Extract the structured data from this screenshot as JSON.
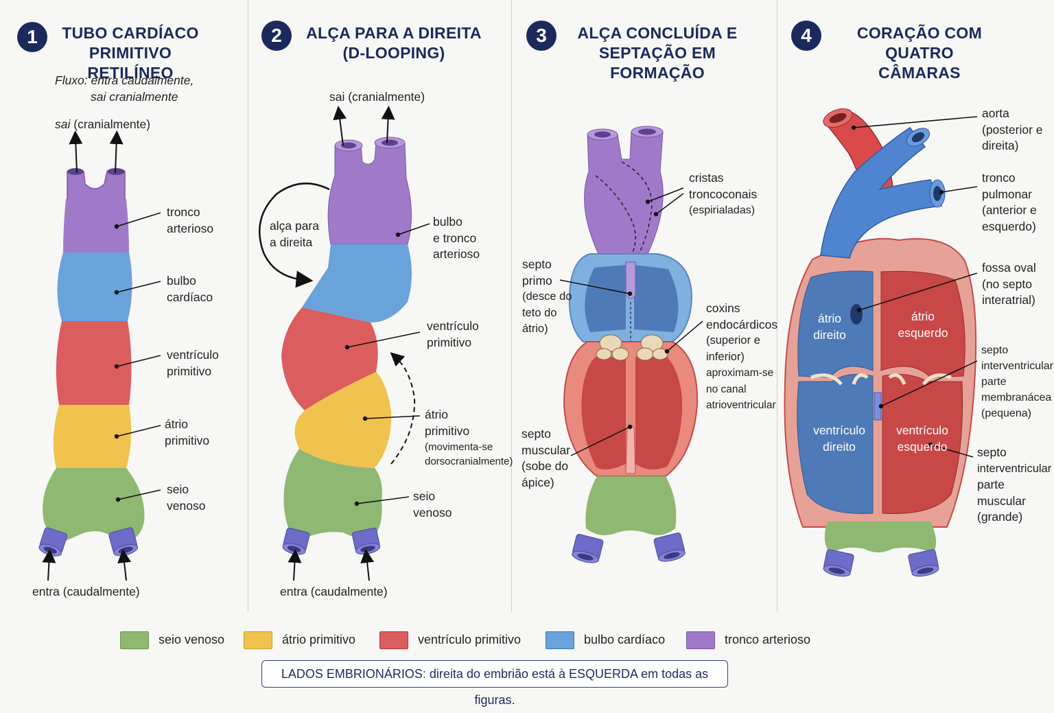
{
  "panels": [
    {
      "number": "1",
      "title_line1": "TUBO CARDÍACO",
      "title_line2": "PRIMITIVO RETILÍNEO"
    },
    {
      "number": "2",
      "title_line1": "ALÇA PARA A DIREITA",
      "title_line2": "(D-LOOPING)"
    },
    {
      "number": "3",
      "title_line1": "ALÇA CONCLUÍDA E",
      "title_line2": "SEPTAÇÃO EM FORMAÇÃO"
    },
    {
      "number": "4",
      "title_line1": "CORAÇÃO COM QUATRO",
      "title_line2": "CÂMARAS"
    }
  ],
  "p1": {
    "flow_line1": "Fluxo: entra caudalmente,",
    "flow_line2": "sai cranialmente",
    "sai_a": "sai",
    "sai_b": " (cranialmente)",
    "tronco_1": "tronco",
    "tronco_2": "arterioso",
    "bulbo_1": "bulbo",
    "bulbo_2": "cardíaco",
    "vent_1": "ventrículo",
    "vent_2": "primitivo",
    "atrio_1": "átrio",
    "atrio_2": "primitivo",
    "seio_1": "seio",
    "seio_2": "venoso",
    "entra": "entra (caudalmente)"
  },
  "p2": {
    "sai": "sai (cranialmente)",
    "alca_1": "alça para",
    "alca_2": "a direita",
    "bulbo_1": "bulbo",
    "bulbo_2": "e tronco",
    "bulbo_3": "arterioso",
    "vent_1": "ventrículo",
    "vent_2": "primitivo",
    "atrio_1": "átrio",
    "atrio_2": "primitivo",
    "atrio_3": "(movimenta-se",
    "atrio_4": "dorsocranialmente)",
    "seio_1": "seio",
    "seio_2": "venoso",
    "entra": "entra (caudalmente)"
  },
  "p3": {
    "cristas_1": "cristas",
    "cristas_2": "troncoconais",
    "cristas_3": "(espirialadas)",
    "septo_primo_1": "septo",
    "septo_primo_2": "primo",
    "septo_primo_3": "(desce do",
    "septo_primo_4": "teto do",
    "septo_primo_5": "átrio)",
    "coxins_1": "coxins",
    "coxins_2": "endocárdicos",
    "coxins_3": "(superior e",
    "coxins_4": "inferior)",
    "coxins_5": "aproximam-se",
    "coxins_6": "no canal",
    "coxins_7": "atrioventricular",
    "septo_musc_1": "septo",
    "septo_musc_2": "muscular",
    "septo_musc_3": "(sobe do",
    "septo_musc_4": "ápice)"
  },
  "p4": {
    "aorta_1": "aorta",
    "aorta_2": "(posterior e",
    "aorta_3": "direita)",
    "tronco_1": "tronco",
    "tronco_2": "pulmonar",
    "tronco_3": "(anterior e",
    "tronco_4": "esquerdo)",
    "fossa_1": "fossa oval",
    "fossa_2": "(no septo",
    "fossa_3": "interatrial)",
    "memb_1": "septo",
    "memb_2": "interventricular",
    "memb_3": "parte",
    "memb_4": "membranácea",
    "memb_5": "(pequena)",
    "musc_1": "septo",
    "musc_2": "interventricular",
    "musc_3": "parte",
    "musc_4": "muscular",
    "musc_5": "(grande)",
    "atrio_d_1": "átrio",
    "atrio_d_2": "direito",
    "atrio_e_1": "átrio",
    "atrio_e_2": "esquerdo",
    "vent_d_1": "ventrículo",
    "vent_d_2": "direito",
    "vent_e_1": "ventrículo",
    "vent_e_2": "esquerdo"
  },
  "legend": [
    {
      "label": "seio venoso",
      "color": "#8fb872"
    },
    {
      "label": "átrio primitivo",
      "color": "#f0c24e"
    },
    {
      "label": "ventrículo primitivo",
      "color": "#db5d5d"
    },
    {
      "label": "bulbo cardíaco",
      "color": "#6aa2dc"
    },
    {
      "label": "tronco arterioso",
      "color": "#a07ac8"
    }
  ],
  "note": "LADOS EMBRIONÁRIOS: direita do embrião está à ESQUERDA em todas as figuras."
}
